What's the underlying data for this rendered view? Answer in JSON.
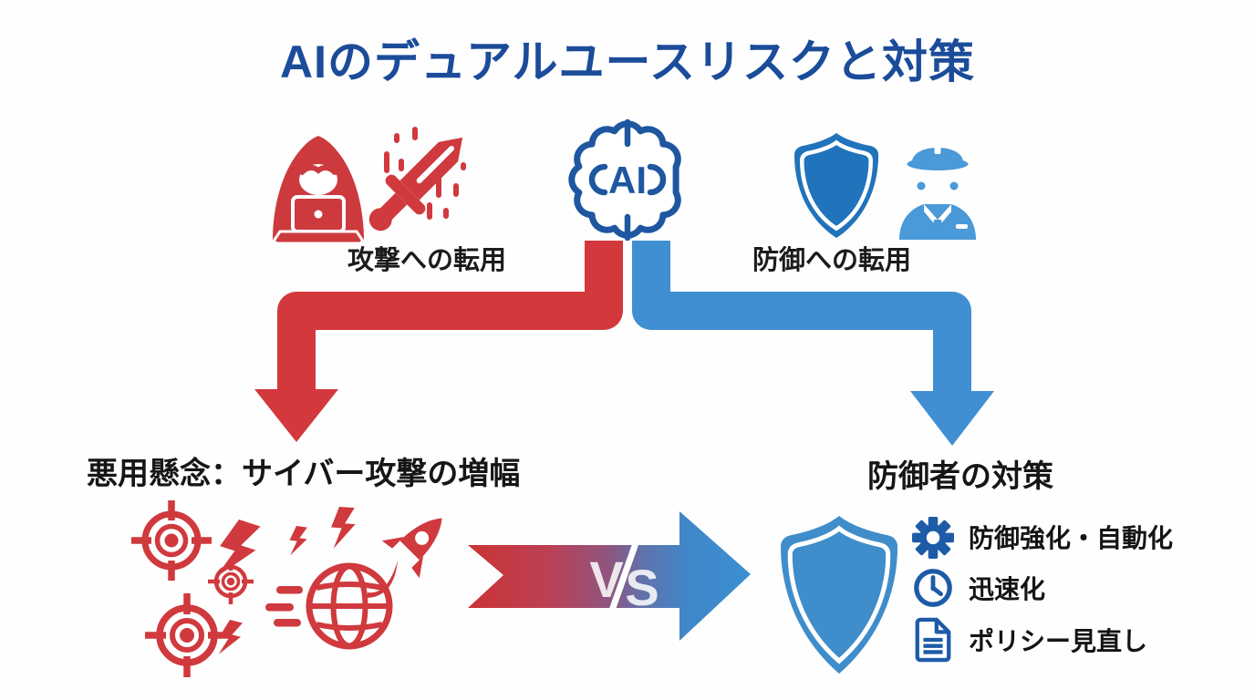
{
  "title": "AIのデュアルユースリスクと対策",
  "ai_core": {
    "label": "AI"
  },
  "branches": {
    "attack": {
      "label": "攻撃への転用",
      "icons": [
        "hacker-icon",
        "sword-icon"
      ],
      "color": "#d2383c"
    },
    "defense": {
      "label": "防御への転用",
      "icons": [
        "shield-icon",
        "police-icon"
      ],
      "color": "#3f8fd2"
    }
  },
  "misuse": {
    "heading": "悪用懸念：サイバー攻撃の増幅",
    "icons": [
      "target-icon",
      "lightning-icon",
      "speed-lines-icon",
      "globe-icon",
      "rocket-icon"
    ]
  },
  "versus": {
    "v": "V",
    "s": "S"
  },
  "countermeasures": {
    "heading": "防御者の対策",
    "items": [
      {
        "icon": "gear-icon",
        "label": "防御強化・自動化"
      },
      {
        "icon": "clock-icon",
        "label": "迅速化"
      },
      {
        "icon": "document-icon",
        "label": "ポリシー見直し"
      }
    ]
  },
  "colors": {
    "title_navy": "#1b4c9a",
    "icon_navy": "#1e57a0",
    "red": "#d2383c",
    "blue": "#3f8fd2",
    "police_blue": "#4a99d8",
    "shield_light": "#3f8dca",
    "shield_dark": "#155a9f",
    "text": "#1b1b1d"
  }
}
